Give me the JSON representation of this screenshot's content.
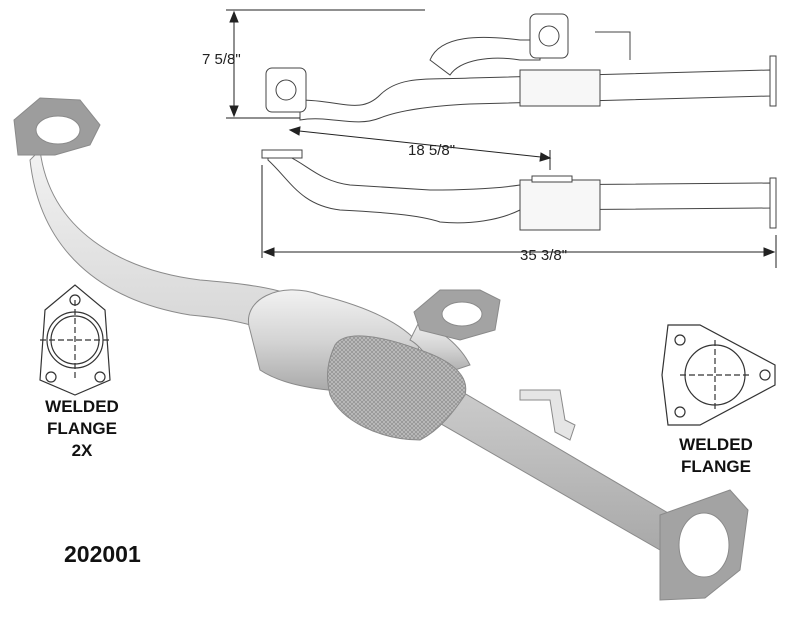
{
  "dimensions": {
    "height": "7 5/8\"",
    "flange_spacing": "18 5/8\"",
    "overall_length": "35 3/8\""
  },
  "labels": {
    "left_flange_line1": "WELDED",
    "left_flange_line2": "FLANGE",
    "left_flange_line3": "2X",
    "right_flange_line1": "WELDED",
    "right_flange_line2": "FLANGE"
  },
  "part_number": "202001",
  "colors": {
    "pipe": "#d9d9d9",
    "pipe_dark": "#a8a8a8",
    "line": "#333333"
  }
}
